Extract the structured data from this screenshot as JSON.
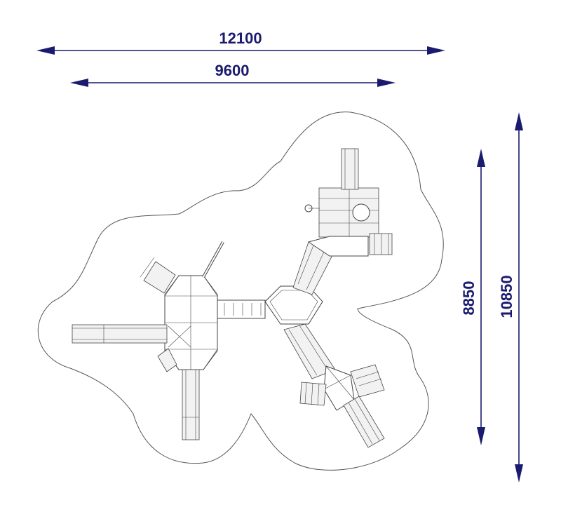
{
  "dimensions": {
    "overall_width": "12100",
    "structure_width": "9600",
    "structure_depth": "8850",
    "overall_depth": "10850"
  },
  "colors": {
    "dimension": "#1a1a6e",
    "outline": "#555555"
  }
}
